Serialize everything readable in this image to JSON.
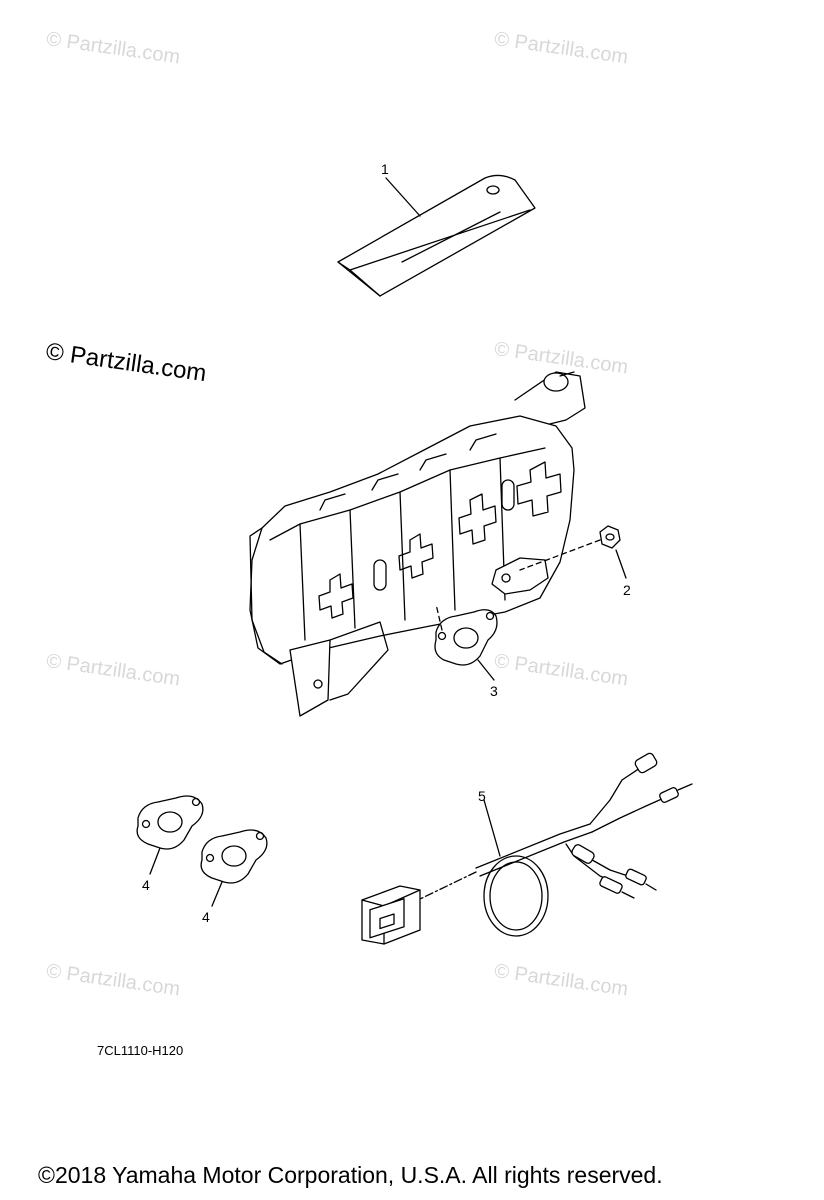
{
  "watermarks": {
    "text": "© Partzilla.com",
    "prominent_text": "© Partzilla.com"
  },
  "callouts": [
    "1",
    "2",
    "3",
    "4",
    "4",
    "5"
  ],
  "diagram_code": "7CL1110-H120",
  "copyright": "©2018  Yamaha Motor Corporation, U.S.A. All rights reserved.",
  "parts": [
    {
      "ref": "1",
      "name": "plate-icon"
    },
    {
      "ref": "2",
      "name": "nut-icon"
    },
    {
      "ref": "3",
      "name": "gasket-icon"
    },
    {
      "ref": "4",
      "name": "gasket-icon"
    },
    {
      "ref": "4",
      "name": "gasket-icon"
    },
    {
      "ref": "5",
      "name": "wire-harness-icon"
    }
  ],
  "colors": {
    "line": "#000000",
    "watermark": "#d8d8d8"
  }
}
